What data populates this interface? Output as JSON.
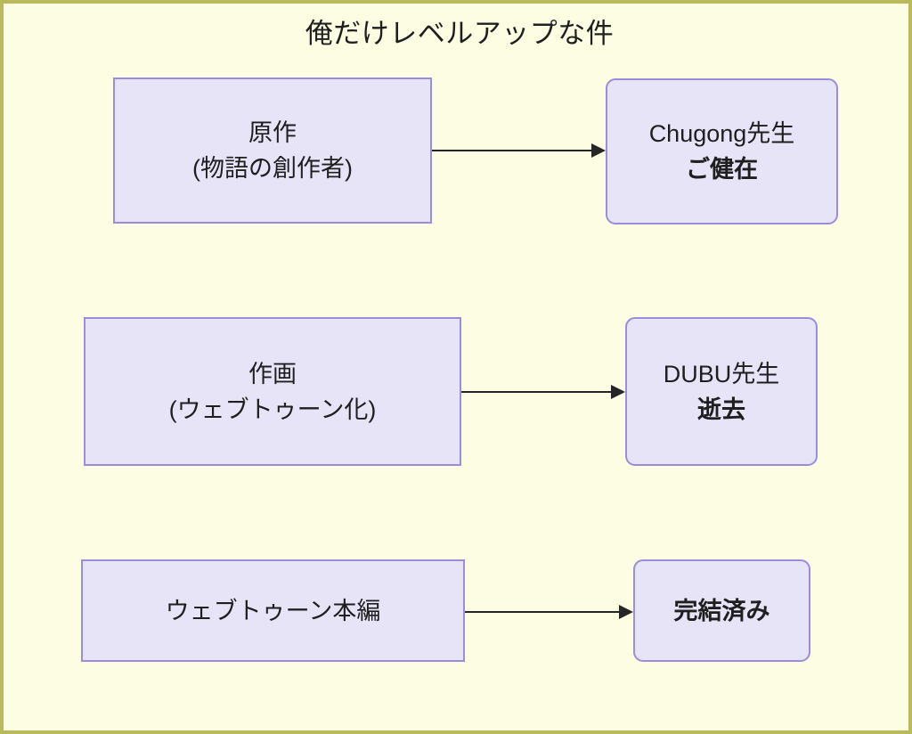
{
  "diagram": {
    "title": "俺だけレベルアップな件",
    "type": "flowchart",
    "background_color": "#fdfde3",
    "border_color": "#b9b95e",
    "node_fill_color": "#e7e4f8",
    "node_border_color": "#9b8cdd",
    "arrow_color": "#262626",
    "nodes": [
      {
        "id": "gensaku",
        "shape": "rectangle",
        "lines": [
          {
            "text": "原作",
            "bold": false
          },
          {
            "text": "(物語の創作者)",
            "bold": false
          }
        ]
      },
      {
        "id": "chugong",
        "shape": "rounded-rectangle",
        "lines": [
          {
            "text": "Chugong先生",
            "bold": false
          },
          {
            "text": "ご健在",
            "bold": true
          }
        ]
      },
      {
        "id": "sakuga",
        "shape": "rectangle",
        "lines": [
          {
            "text": "作画",
            "bold": false
          },
          {
            "text": "(ウェブトゥーン化)",
            "bold": false
          }
        ]
      },
      {
        "id": "dubu",
        "shape": "rounded-rectangle",
        "lines": [
          {
            "text": "DUBU先生",
            "bold": false
          },
          {
            "text": "逝去",
            "bold": true
          }
        ]
      },
      {
        "id": "webtoon",
        "shape": "rectangle",
        "lines": [
          {
            "text": "ウェブトゥーン本編",
            "bold": false
          }
        ]
      },
      {
        "id": "kanketsu",
        "shape": "rounded-rectangle",
        "lines": [
          {
            "text": "完結済み",
            "bold": true
          }
        ]
      }
    ],
    "edges": [
      {
        "id": "edge-1",
        "from": "gensaku",
        "to": "chugong",
        "label": "",
        "arrowhead": "solid-triangle"
      },
      {
        "id": "edge-2",
        "from": "sakuga",
        "to": "dubu",
        "label": "",
        "arrowhead": "solid-triangle"
      },
      {
        "id": "edge-3",
        "from": "webtoon",
        "to": "kanketsu",
        "label": "",
        "arrowhead": "solid-triangle"
      }
    ]
  }
}
